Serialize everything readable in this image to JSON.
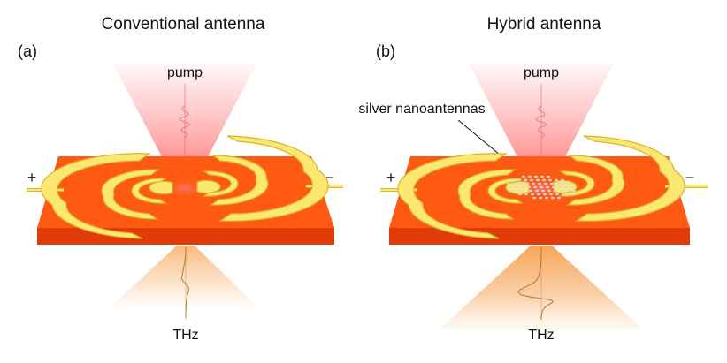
{
  "panels": [
    {
      "title": "Conventional antenna",
      "panel_label": "(a)",
      "pump_label": "pump",
      "thz_label": "THz",
      "plus_label": "+",
      "minus_label": "−"
    },
    {
      "title": "Hybrid antenna",
      "panel_label": "(b)",
      "pump_label": "pump",
      "thz_label": "THz",
      "plus_label": "+",
      "minus_label": "−",
      "annotation": "silver nanoantennas"
    }
  ],
  "colors": {
    "substrate_top": "#ff5a14",
    "substrate_front": "#e03c0a",
    "substrate_side": "#b92c05",
    "electrode": "#fce870",
    "electrode_edge": "#d9b428",
    "pump_beam": "#ff6464",
    "thz_beam": "#f7b46a",
    "nanoantenna": "#c9c9d6"
  }
}
